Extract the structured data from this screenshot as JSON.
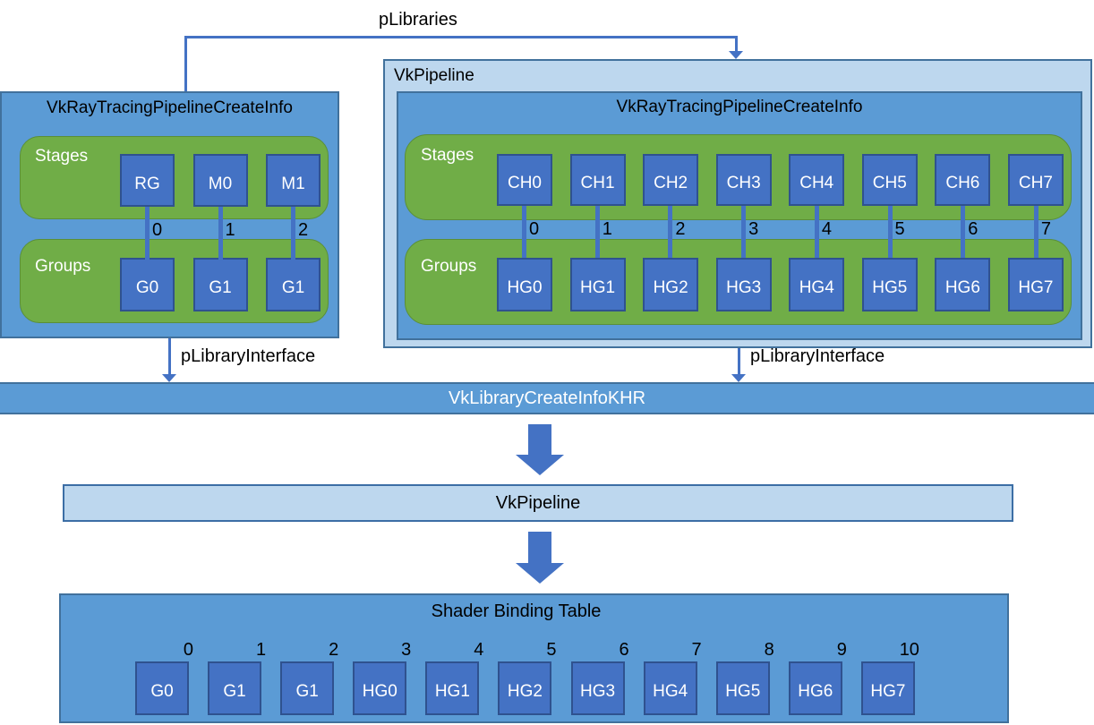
{
  "colors": {
    "medium_blue_fill": "#5b9bd5",
    "light_blue_fill": "#bdd7ee",
    "green_fill": "#70ad47",
    "square_blue_fill": "#4472c4",
    "square_border": "#2f528f",
    "box_border": "#41719c",
    "connector_blue": "#4472c4",
    "title_text": "#000000",
    "square_text": "#ffffff"
  },
  "plibraries_label": "pLibraries",
  "left_pipeline": {
    "title": "VkRayTracingPipelineCreateInfo",
    "stages_label": "Stages",
    "groups_label": "Groups",
    "stages": [
      "RG",
      "M0",
      "M1"
    ],
    "indices": [
      "0",
      "1",
      "2"
    ],
    "groups": [
      "G0",
      "G1",
      "G1"
    ],
    "interface_label": "pLibraryInterface"
  },
  "right_pipeline": {
    "container_title": "VkPipeline",
    "title": "VkRayTracingPipelineCreateInfo",
    "stages_label": "Stages",
    "groups_label": "Groups",
    "stages": [
      "CH0",
      "CH1",
      "CH2",
      "CH3",
      "CH4",
      "CH5",
      "CH6",
      "CH7"
    ],
    "indices": [
      "0",
      "1",
      "2",
      "3",
      "4",
      "5",
      "6",
      "7"
    ],
    "groups": [
      "HG0",
      "HG1",
      "HG2",
      "HG3",
      "HG4",
      "HG5",
      "HG6",
      "HG7"
    ],
    "interface_label": "pLibraryInterface"
  },
  "library_bar": {
    "label": "VkLibraryCreateInfoKHR"
  },
  "pipeline_bar": {
    "label": "VkPipeline"
  },
  "sbt": {
    "title": "Shader Binding Table",
    "cells": [
      {
        "index": "0",
        "label": "G0"
      },
      {
        "index": "1",
        "label": "G1"
      },
      {
        "index": "2",
        "label": "G1"
      },
      {
        "index": "3",
        "label": "HG0"
      },
      {
        "index": "4",
        "label": "HG1"
      },
      {
        "index": "5",
        "label": "HG2"
      },
      {
        "index": "6",
        "label": "HG3"
      },
      {
        "index": "7",
        "label": "HG4"
      },
      {
        "index": "8",
        "label": "HG5"
      },
      {
        "index": "9",
        "label": "HG6"
      },
      {
        "index": "10",
        "label": "HG7"
      }
    ]
  }
}
